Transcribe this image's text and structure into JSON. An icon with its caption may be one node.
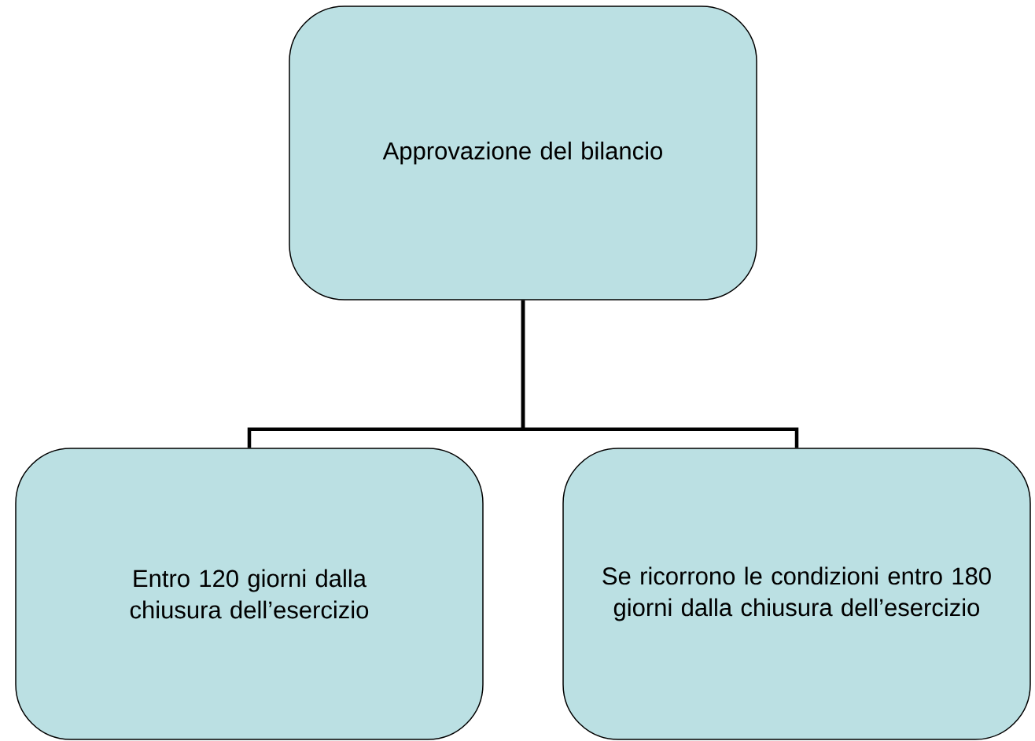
{
  "diagram": {
    "nodes": [
      {
        "text": [
          "Approvazione del bilancio"
        ]
      },
      {
        "text": [
          "Entro 120 giorni dalla chiusura dell’esercizio"
        ]
      },
      {
        "text": [
          "Se ricorrono le condizioni entro 180 giorni dalla chiusura dell’esercizio"
        ]
      }
    ],
    "edges": [
      {
        "from": 0,
        "to": 1,
        "arrow": "none"
      },
      {
        "from": 0,
        "to": 2,
        "arrow": "none"
      }
    ]
  }
}
